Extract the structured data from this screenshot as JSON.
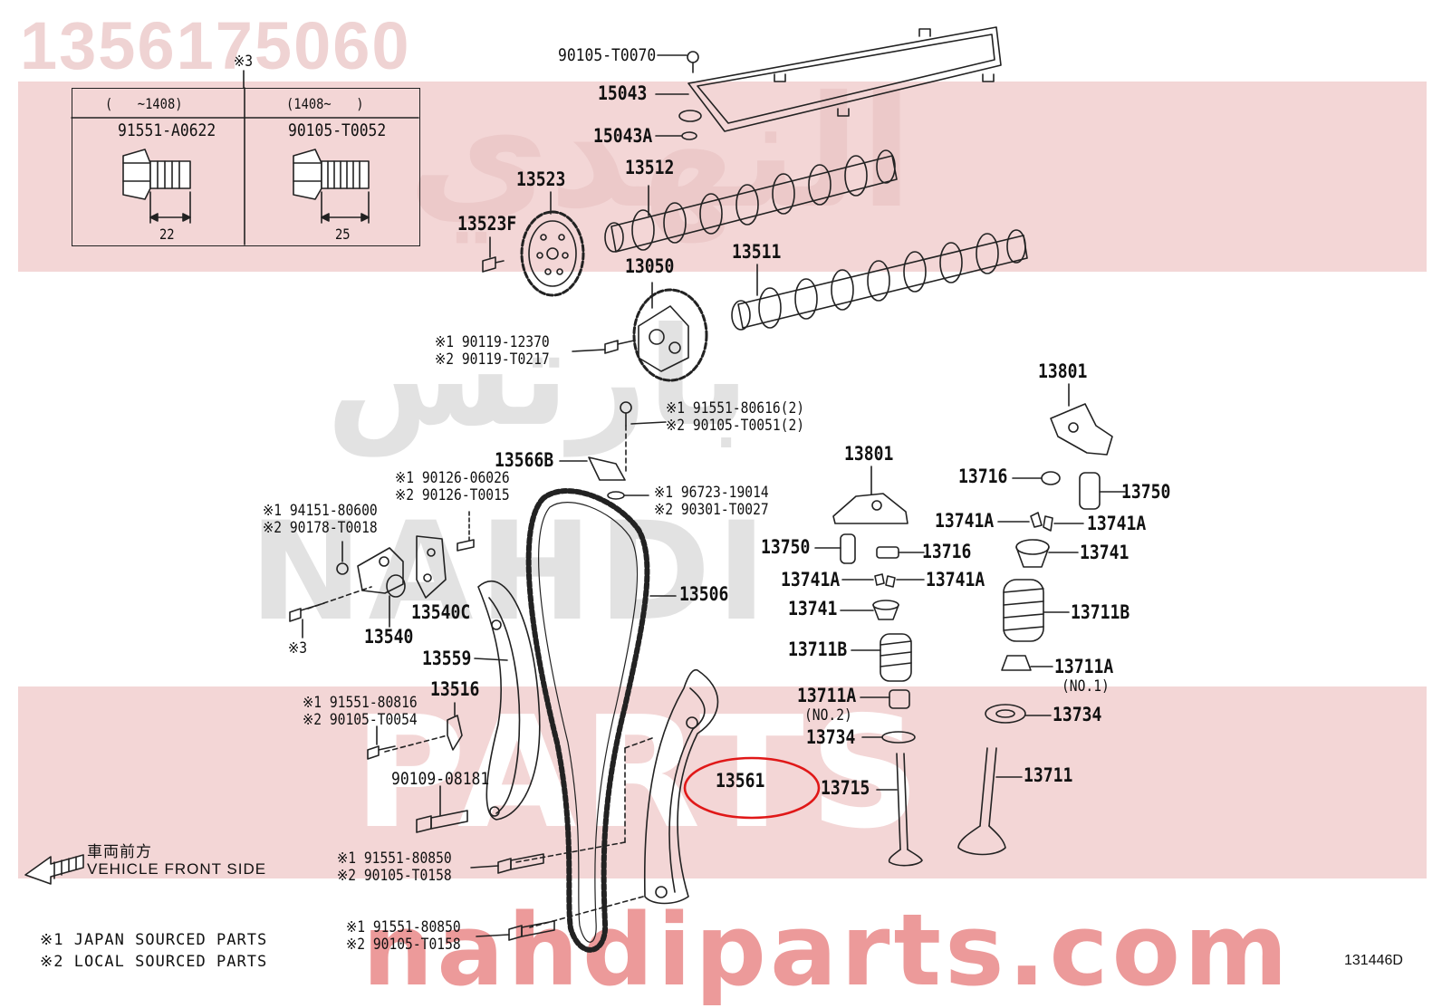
{
  "diagram": {
    "part_number": "1356175060",
    "watermark": {
      "arabic_1": "النهدي",
      "arabic_2": "بارتس",
      "latin_1": "NAHDI",
      "latin_2": "PARTS",
      "url": "nahdiparts.com"
    },
    "drawing_code": "131446D",
    "table": {
      "marker": "※3",
      "col1_header": "(　　~1408)",
      "col2_header": "(1408~　　)",
      "col1_part": "91551-A0622",
      "col2_part": "90105-T0052",
      "col1_length": "22",
      "col2_length": "25"
    },
    "front": {
      "jp": "車両前方",
      "en": "VEHICLE FRONT SIDE"
    },
    "notes": [
      "※1 JAPAN SOURCED PARTS",
      "※2 LOCAL SOURCED PARTS"
    ],
    "labels": {
      "p90105_T0070": "90105-T0070",
      "p15043": "15043",
      "p15043A": "15043A",
      "p13512": "13512",
      "p13523": "13523",
      "p13523F": "13523F",
      "p13511": "13511",
      "p13050": "13050",
      "n1_90119_12370": "※1 90119-12370",
      "n2_90119_T0217": "※2 90119-T0217",
      "n1_91551_80616": "※1 91551-80616(2)",
      "n2_90105_T0051": "※2 90105-T0051(2)",
      "p13566B": "13566B",
      "n1_90126_06026": "※1 90126-06026",
      "n2_90126_T0015": "※2 90126-T0015",
      "n1_96723_19014": "※1 96723-19014",
      "n2_90301_T0027": "※2 90301-T0027",
      "n1_94151_80600": "※1 94151-80600",
      "n2_90178_T0018": "※2 90178-T0018",
      "p13540C": "13540C",
      "p13540": "13540",
      "n3": "※3",
      "p13506": "13506",
      "p13559": "13559",
      "p13516": "13516",
      "n1_91551_80816": "※1 91551-80816",
      "n2_90105_T0054": "※2 90105-T0054",
      "p90109_08181": "90109-08181",
      "n1_91551_80850a": "※1 91551-80850",
      "n2_90105_T0158a": "※2 90105-T0158",
      "n1_91551_80850b": "※1 91551-80850",
      "n2_90105_T0158b": "※2 90105-T0158",
      "p13561": "13561",
      "p13801a": "13801",
      "p13801b": "13801",
      "p13716a": "13716",
      "p13716b": "13716",
      "p13750a": "13750",
      "p13750b": "13750",
      "p13741A_a": "13741A",
      "p13741A_b": "13741A",
      "p13741A_c": "13741A",
      "p13741A_d": "13741A",
      "p13741a": "13741",
      "p13741b": "13741",
      "p13711Ba": "13711B",
      "p13711Bb": "13711B",
      "p13711Aa": "13711A",
      "p13711Ab": "13711A",
      "no1": "(NO.1)",
      "no2": "(NO.2)",
      "p13734a": "13734",
      "p13734b": "13734",
      "p13715": "13715",
      "p13711": "13711"
    },
    "colors": {
      "watermark_red": "#f3d6d6",
      "highlight_circle": "#e01818",
      "line": "#222222"
    }
  }
}
